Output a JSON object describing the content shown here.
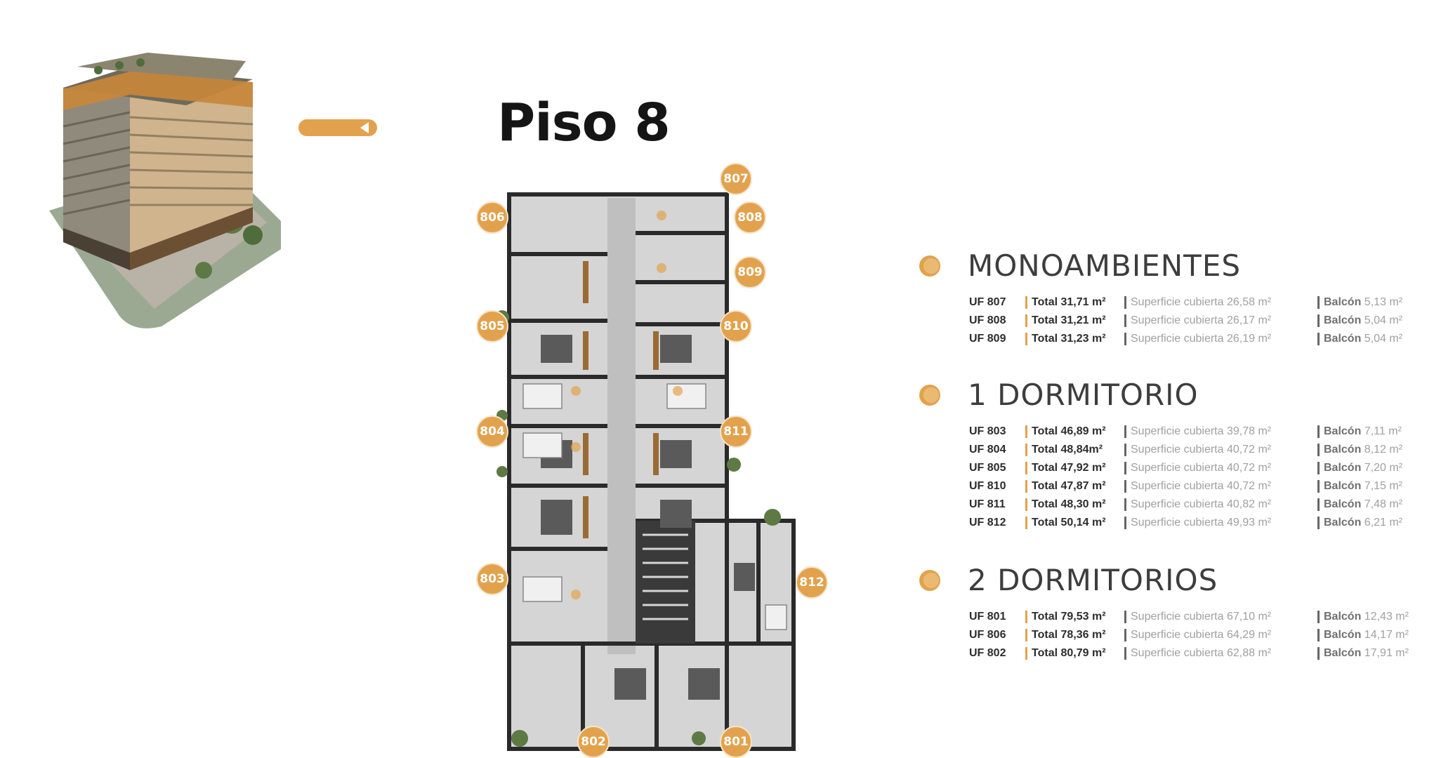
{
  "floor": {
    "title": "Piso 8",
    "units": [
      {
        "id": "801"
      },
      {
        "id": "802"
      },
      {
        "id": "803"
      },
      {
        "id": "804"
      },
      {
        "id": "805"
      },
      {
        "id": "806"
      },
      {
        "id": "807"
      },
      {
        "id": "808"
      },
      {
        "id": "809"
      },
      {
        "id": "810"
      },
      {
        "id": "811"
      },
      {
        "id": "812"
      }
    ]
  },
  "legend": {
    "groups": [
      {
        "title": "MONOAMBIENTES",
        "rows": [
          {
            "uf": "UF 807",
            "total": "Total 31,71 m²",
            "covered": "Superficie cubierta 26,58 m²",
            "balcony_label": "Balcón",
            "balcony_value": "5,13 m²"
          },
          {
            "uf": "UF 808",
            "total": "Total 31,21 m²",
            "covered": "Superficie cubierta 26,17 m²",
            "balcony_label": "Balcón",
            "balcony_value": "5,04 m²"
          },
          {
            "uf": "UF 809",
            "total": "Total 31,23 m²",
            "covered": "Superficie cubierta 26,19 m²",
            "balcony_label": "Balcón",
            "balcony_value": "5,04 m²"
          }
        ]
      },
      {
        "title": "1 DORMITORIO",
        "rows": [
          {
            "uf": "UF 803",
            "total": "Total 46,89 m²",
            "covered": "Superficie cubierta 39,78 m²",
            "balcony_label": "Balcón",
            "balcony_value": "7,11 m²"
          },
          {
            "uf": "UF 804",
            "total": "Total 48,84m²",
            "covered": "Superficie cubierta 40,72 m²",
            "balcony_label": "Balcón",
            "balcony_value": "8,12 m²"
          },
          {
            "uf": "UF 805",
            "total": "Total 47,92 m²",
            "covered": "Superficie cubierta 40,72 m²",
            "balcony_label": "Balcón",
            "balcony_value": "7,20 m²"
          },
          {
            "uf": "UF 810",
            "total": "Total 47,87 m²",
            "covered": "Superficie cubierta 40,72 m²",
            "balcony_label": "Balcón",
            "balcony_value": "7,15 m²"
          },
          {
            "uf": "UF 811",
            "total": "Total 48,30 m²",
            "covered": "Superficie cubierta 40,82 m²",
            "balcony_label": "Balcón",
            "balcony_value": "7,48 m²"
          },
          {
            "uf": "UF 812",
            "total": "Total 50,14 m²",
            "covered": "Superficie cubierta 49,93 m²",
            "balcony_label": "Balcón",
            "balcony_value": "6,21 m²"
          }
        ]
      },
      {
        "title": "2 DORMITORIOS",
        "rows": [
          {
            "uf": "UF 801",
            "total": "Total 79,53 m²",
            "covered": "Superficie cubierta 67,10 m²",
            "balcony_label": "Balcón",
            "balcony_value": "12,43 m²"
          },
          {
            "uf": "UF 806",
            "total": "Total 78,36 m²",
            "covered": "Superficie cubierta 64,29 m²",
            "balcony_label": "Balcón",
            "balcony_value": "14,17 m²"
          },
          {
            "uf": "UF 802",
            "total": "Total 80,79 m²",
            "covered": "Superficie cubierta 62,88 m²",
            "balcony_label": "Balcón",
            "balcony_value": "17,91 m²"
          }
        ]
      }
    ]
  },
  "colors": {
    "accent": "#e2a24d",
    "title": "#151515",
    "heading": "#3d3d3d",
    "muted": "#a0a0a0",
    "wall": "#2a2a2a",
    "floor_fill": "#d9d9d9"
  }
}
